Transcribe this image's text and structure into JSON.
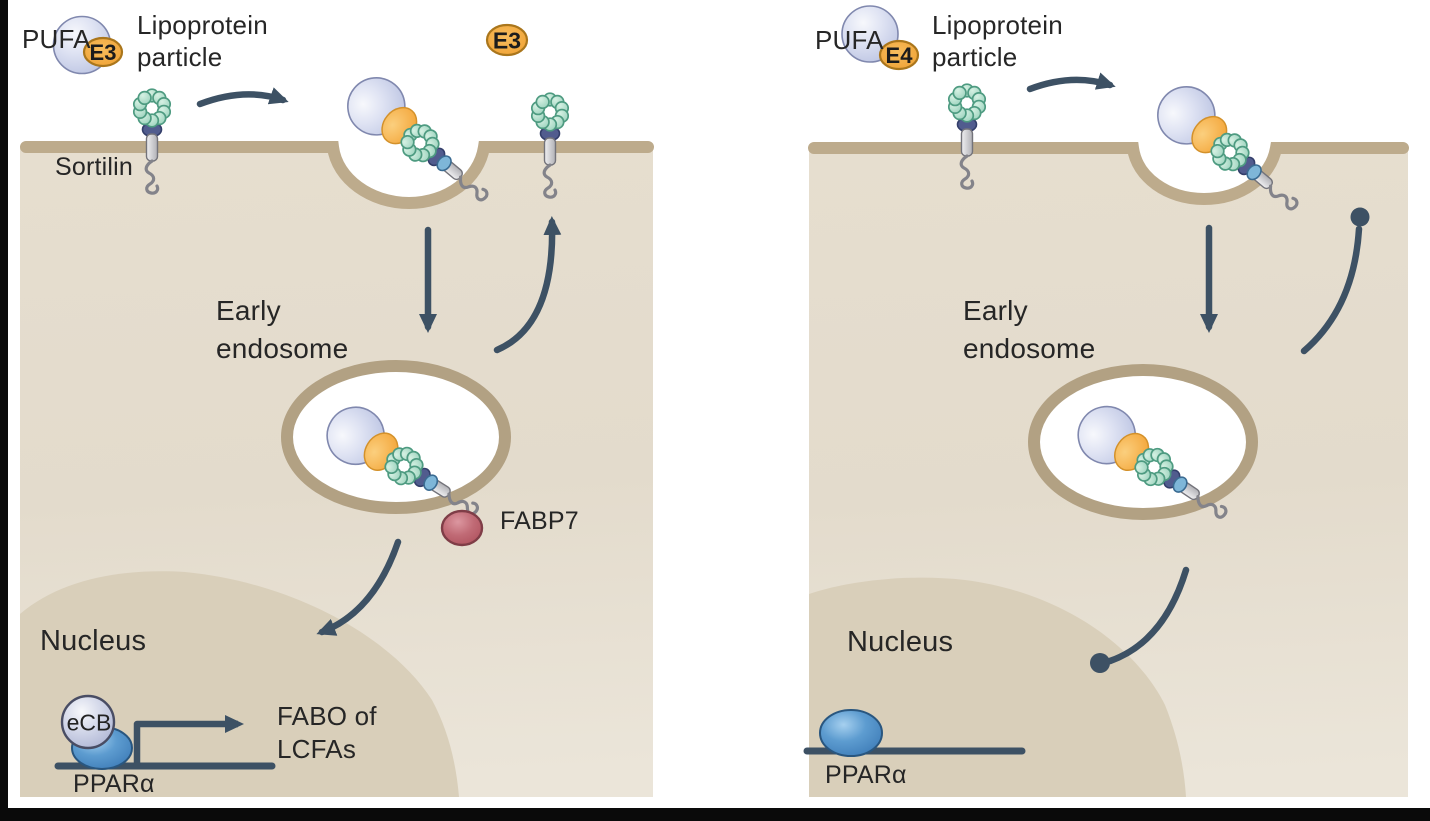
{
  "figure": {
    "left_panel": {
      "pufa_label": "PUFA",
      "apoe_badge": "E3",
      "lipoprotein_label": "Lipoprotein particle",
      "sortilin_label": "Sortilin",
      "released_apoe_badge": "E3",
      "early_endosome_label": "Early endosome",
      "fabp7_label": "FABP7",
      "nucleus_label": "Nucleus",
      "ecb_label": "eCB",
      "ppar_label": "PPARα",
      "transcription_target_label": "FABO of LCFAs"
    },
    "right_panel": {
      "pufa_label": "PUFA",
      "apoe_badge": "E4",
      "lipoprotein_label": "Lipoprotein particle",
      "early_endosome_label": "Early endosome",
      "nucleus_label": "Nucleus",
      "ppar_label": "PPARα"
    },
    "colors": {
      "membrane_tan": "#bdab8c",
      "endosome_ring": "#b2a183",
      "cytoplasm": "#e4dccc",
      "nucleus": "#d9cfba",
      "arrow_navy": "#3d5164",
      "sortilin_bead_teal": "#9bd2bd",
      "apoe_badge_orange": "#f3a93c",
      "lipoprotein_lavender": "#c5cbe6",
      "ppar_blue": "#3c7ab6",
      "fabp7_rose": "#b45864",
      "ecb_lavender": "#cdd2e6",
      "text": "#262626",
      "frame_black": "#0a0a0a"
    }
  }
}
